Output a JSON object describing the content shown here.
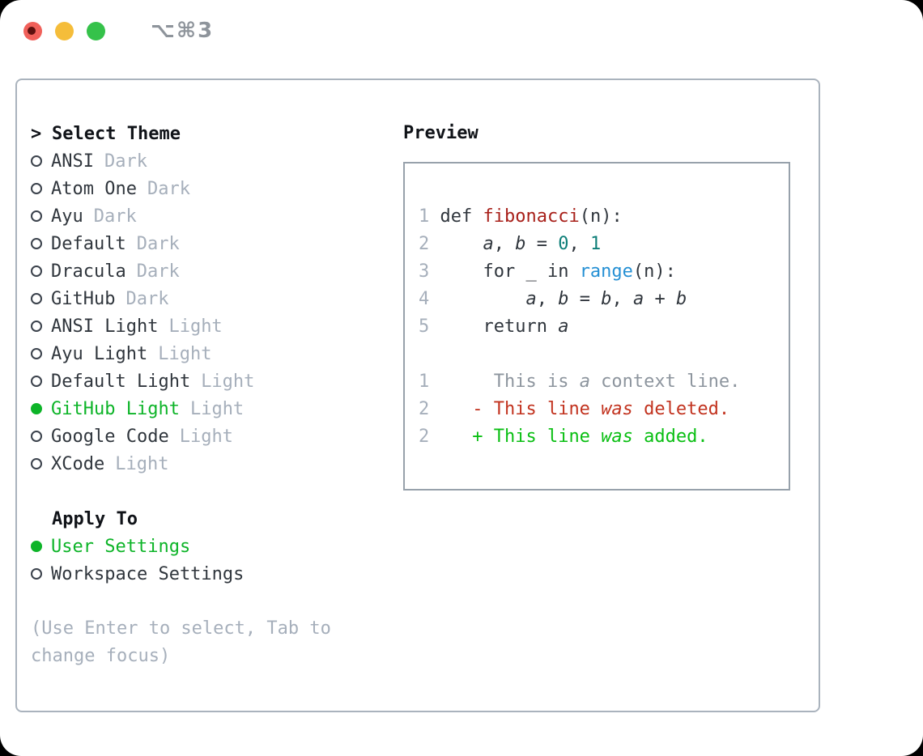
{
  "window": {
    "title": "⌥⌘3"
  },
  "theme_panel": {
    "header_prefix": ">",
    "header_label": "Select Theme",
    "themes": [
      {
        "name": "ANSI",
        "variant": "Dark",
        "selected": false
      },
      {
        "name": "Atom One",
        "variant": "Dark",
        "selected": false
      },
      {
        "name": "Ayu",
        "variant": "Dark",
        "selected": false
      },
      {
        "name": "Default",
        "variant": "Dark",
        "selected": false
      },
      {
        "name": "Dracula",
        "variant": "Dark",
        "selected": false
      },
      {
        "name": "GitHub",
        "variant": "Dark",
        "selected": false
      },
      {
        "name": "ANSI Light",
        "variant": "Light",
        "selected": false
      },
      {
        "name": "Ayu Light",
        "variant": "Light",
        "selected": false
      },
      {
        "name": "Default Light",
        "variant": "Light",
        "selected": false
      },
      {
        "name": "GitHub Light",
        "variant": "Light",
        "selected": true
      },
      {
        "name": "Google Code",
        "variant": "Light",
        "selected": false
      },
      {
        "name": "XCode",
        "variant": "Light",
        "selected": false
      }
    ],
    "apply_to": {
      "label": "Apply To",
      "options": [
        {
          "name": "User Settings",
          "selected": true
        },
        {
          "name": "Workspace Settings",
          "selected": false
        }
      ]
    },
    "hint_lines": [
      "(Use Enter to select, Tab to",
      "change focus)"
    ]
  },
  "preview": {
    "title": "Preview",
    "lines": [
      [
        {
          "t": "1 ",
          "c": "ln"
        },
        {
          "t": "def ",
          "c": "fg"
        },
        {
          "t": "fibonacci",
          "c": "fn"
        },
        {
          "t": "(n):",
          "c": "fg"
        }
      ],
      [
        {
          "t": "2 ",
          "c": "ln"
        },
        {
          "t": "    ",
          "c": "fg"
        },
        {
          "t": "a",
          "c": "var"
        },
        {
          "t": ", ",
          "c": "fg"
        },
        {
          "t": "b",
          "c": "var"
        },
        {
          "t": " = ",
          "c": "fg"
        },
        {
          "t": "0",
          "c": "num"
        },
        {
          "t": ", ",
          "c": "fg"
        },
        {
          "t": "1",
          "c": "num"
        }
      ],
      [
        {
          "t": "3 ",
          "c": "ln"
        },
        {
          "t": "    for _ in ",
          "c": "fg"
        },
        {
          "t": "range",
          "c": "call"
        },
        {
          "t": "(n):",
          "c": "fg"
        }
      ],
      [
        {
          "t": "4 ",
          "c": "ln"
        },
        {
          "t": "        ",
          "c": "fg"
        },
        {
          "t": "a",
          "c": "var"
        },
        {
          "t": ", ",
          "c": "fg"
        },
        {
          "t": "b",
          "c": "var"
        },
        {
          "t": " = ",
          "c": "fg"
        },
        {
          "t": "b",
          "c": "var"
        },
        {
          "t": ", ",
          "c": "fg"
        },
        {
          "t": "a",
          "c": "var"
        },
        {
          "t": " + ",
          "c": "fg"
        },
        {
          "t": "b",
          "c": "var"
        }
      ],
      [
        {
          "t": "5 ",
          "c": "ln"
        },
        {
          "t": "    return ",
          "c": "fg"
        },
        {
          "t": "a",
          "c": "var"
        }
      ],
      [],
      [
        {
          "t": "1 ",
          "c": "ln"
        },
        {
          "t": "     This is ",
          "c": "ctx"
        },
        {
          "t": "a",
          "c": "ctx it"
        },
        {
          "t": " context line.",
          "c": "ctx"
        }
      ],
      [
        {
          "t": "2 ",
          "c": "ln"
        },
        {
          "t": "   - This line ",
          "c": "del"
        },
        {
          "t": "was",
          "c": "del it"
        },
        {
          "t": " deleted.",
          "c": "del"
        }
      ],
      [
        {
          "t": "2 ",
          "c": "ln"
        },
        {
          "t": "   + This line ",
          "c": "add"
        },
        {
          "t": "was",
          "c": "add it"
        },
        {
          "t": " added.",
          "c": "add"
        }
      ]
    ]
  },
  "colors": {
    "fg": "#30363d",
    "heading": "#101318",
    "muted": "#a6afbb",
    "green": "#0db428",
    "add": "#0abf13",
    "fn_red": "#a8201a",
    "del_red": "#c2331f",
    "blue": "#2590d4",
    "teal": "#0d7e78",
    "ctx": "#8d959e",
    "ln": "#a6afbb",
    "panel_border": "#aab3bd",
    "box_border": "#97a1ab",
    "title_gray": "#8e949b",
    "close": "#f0605a",
    "close_dot": "#5c100e",
    "minimize": "#f5bd3a",
    "zoom": "#35c24a"
  }
}
